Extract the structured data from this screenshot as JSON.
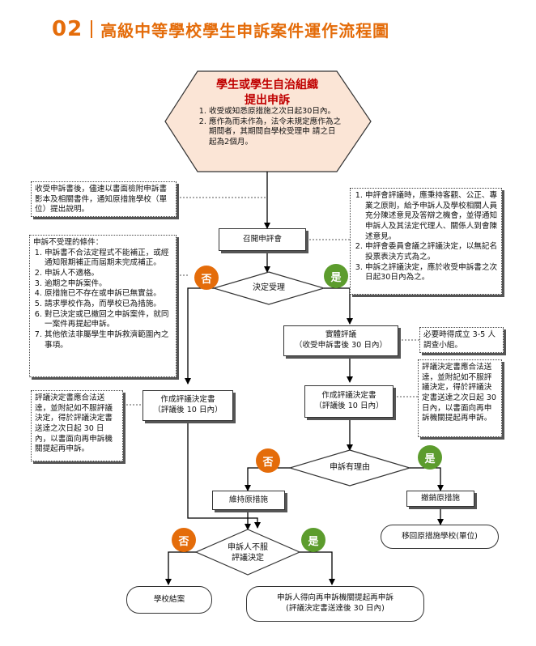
{
  "header": {
    "number": "02",
    "title": "高級中等學校學生申訴案件運作流程圖"
  },
  "start": {
    "title_line1": "學生或學生自治組織",
    "title_line2": "提出申訴",
    "items": [
      "收受或知悉原措施之次日起30日內。",
      "應作為而未作為，法令未規定應作為之期間者，其期間自學校受理申 請之日起為2個月。"
    ]
  },
  "note_receive": "收受申訴書後，儘速以書面檢附申訴書影本及相關書件，通知原措施學校（單位）提出說明。",
  "note_committee": [
    "申評會評議時，應秉持客觀、公正、專業之原則，給予申訴人及學校相關人員充分陳述意見及答辯之機會，並得通知申訴人及其法定代理人、關係人到會陳述意見。",
    "申評會委員會議之評議決定，以無記名投票表決方式為之。",
    "申訴之評議決定，應於收受申訴書之次日起30日內為之。"
  ],
  "convene": "召開申評會",
  "decide_accept": "決定受理",
  "not_accept": {
    "title": "申訴不受理的條件：",
    "items": [
      "申訴書不合法定程式不能補正，或經通知限期補正而屆期未完成補正。",
      "申訴人不適格。",
      "逾期之申訴案件。",
      "原措施已不存在或申訴已無實益。",
      "請求學校作為，而學校已為措施。",
      "對已決定或已撤回之申訴案件，就同一案件再提起申訴。",
      "其他依法非屬學生申訴救濟範圍內之事項。"
    ]
  },
  "substantive": {
    "line1": "實體評議",
    "line2": "（收受申訴書後 30 日內）"
  },
  "note_investigate": "必要時得成立 3-5 人調查小組。",
  "decision_left": {
    "line1": "作成評議決定書",
    "line2": "（評議後 10 日內）"
  },
  "decision_mid": {
    "line1": "作成評議決定書",
    "line2": "（評議後 10 日內）"
  },
  "note_left_delivery": "評議決定書應合法送達，並附記如不服評議決定，得於評議決定書送達之次日起 30 日內，以書面向再申訴機關提起再申訴。",
  "note_right_delivery": "評議決定書應合法送達，並附記如不服評議決定，得於評議決定書送達之次日起 30 日內，以書面向再申訴機關提起再申訴。",
  "decide_reason": "申訴有理由",
  "maintain": "維持原措施",
  "revoke": "撤銷原措施",
  "return": "移回原措施學校(單位)",
  "decide_dissatisfied_l1": "申訴人不服",
  "decide_dissatisfied_l2": "評議決定",
  "school_close": "學校結案",
  "re_appeal_l1": "申訴人得向再申訴機關提起再申訴",
  "re_appeal_l2": "(評議決定書送達後 30 日內)",
  "badges": {
    "no": "否",
    "yes": "是"
  },
  "colors": {
    "accent": "#e46c0a",
    "no": "#e46c0a",
    "yes": "#5c9c2d",
    "start_fill": "#fbe5d6",
    "start_title": "#c00000"
  }
}
